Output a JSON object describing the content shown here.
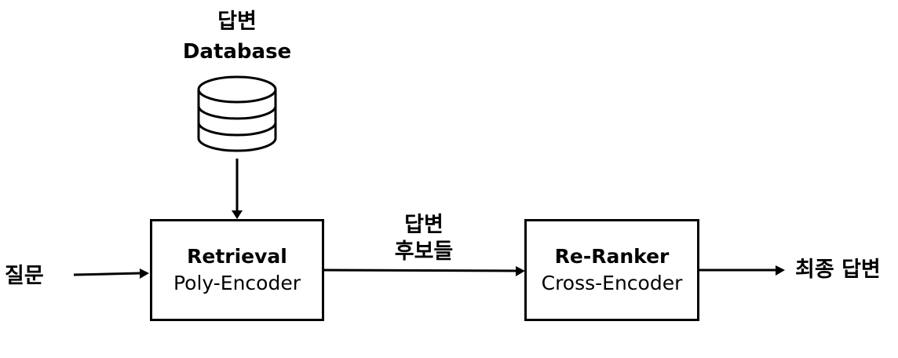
{
  "database": {
    "title": "답변",
    "subtitle": "Database",
    "icon": "database-icon"
  },
  "input": {
    "label": "질문"
  },
  "retrieval": {
    "title": "Retrieval",
    "subtitle": "Poly-Encoder"
  },
  "candidates": {
    "line1": "답변",
    "line2": "후보들"
  },
  "reranker": {
    "title": "Re-Ranker",
    "subtitle": "Cross-Encoder"
  },
  "output": {
    "label": "최종 답변"
  },
  "colors": {
    "stroke": "#000000",
    "background": "#ffffff"
  }
}
